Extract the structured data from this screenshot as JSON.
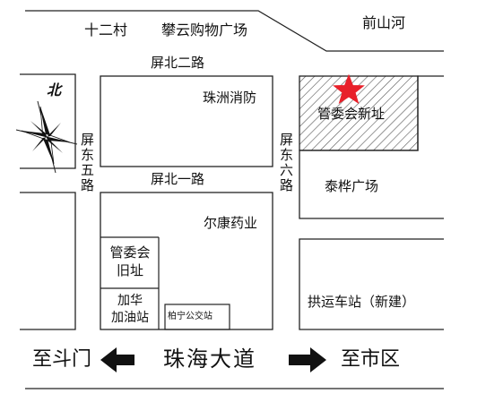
{
  "top_labels": {
    "village": "十二村",
    "mall": "攀云购物广场",
    "river": "前山河"
  },
  "roads": {
    "north2": "屏北二路",
    "north1": "屏北一路",
    "east5": "屏东五路",
    "east6": "屏东六路",
    "main_avenue": "珠海大道"
  },
  "compass": {
    "north": "北"
  },
  "places": {
    "fire_station": "珠洲消防",
    "new_office": "管委会新址",
    "plaza": "泰桦广场",
    "pharmacy": "尔康药业",
    "old_office": "管委会\n旧址",
    "gas_station": "加华\n加油站",
    "bus_station": "柏宁公交站",
    "bus_terminal": "拱运车站（新建）"
  },
  "directions": {
    "left": "至斗门",
    "right": "至市区"
  },
  "colors": {
    "marker": "#e8202a",
    "line": "#222222"
  }
}
